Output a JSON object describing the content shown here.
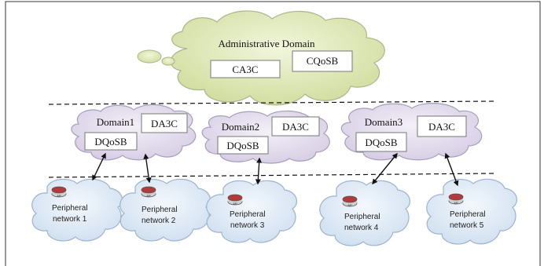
{
  "admin": {
    "title": "Administrative Domain",
    "ca3c": "CA3C",
    "cqosb": "CQoSB"
  },
  "domains": [
    {
      "name": "Domain1",
      "da3c": "DA3C",
      "dqosb": "DQoSB"
    },
    {
      "name": "Domain2",
      "da3c": "DA3C",
      "dqosb": "DQoSB"
    },
    {
      "name": "Domain3",
      "da3c": "DA3C",
      "dqosb": "DQoSB"
    }
  ],
  "peripherals": [
    {
      "line1": "Peripheral",
      "line2": "network 1",
      "router_label": "AR"
    },
    {
      "line1": "Peripheral",
      "line2": "network 2",
      "router_label": "AR"
    },
    {
      "line1": "Peripheral",
      "line2": "network 3",
      "router_label": "AR"
    },
    {
      "line1": "Peripheral",
      "line2": "network 4",
      "router_label": "AR"
    },
    {
      "line1": "Peripheral",
      "line2": "network 5",
      "router_label": "AR"
    }
  ],
  "colors": {
    "admin_cloud_fill": "#dde8b5",
    "admin_cloud_stroke": "#a9b68a",
    "domain_cloud_fill": "#e3dced",
    "domain_cloud_stroke": "#a99dbb",
    "peripheral_cloud_fill": "#dde9f5",
    "peripheral_cloud_stroke": "#9db3cc",
    "router_red": "#b23a3a"
  }
}
